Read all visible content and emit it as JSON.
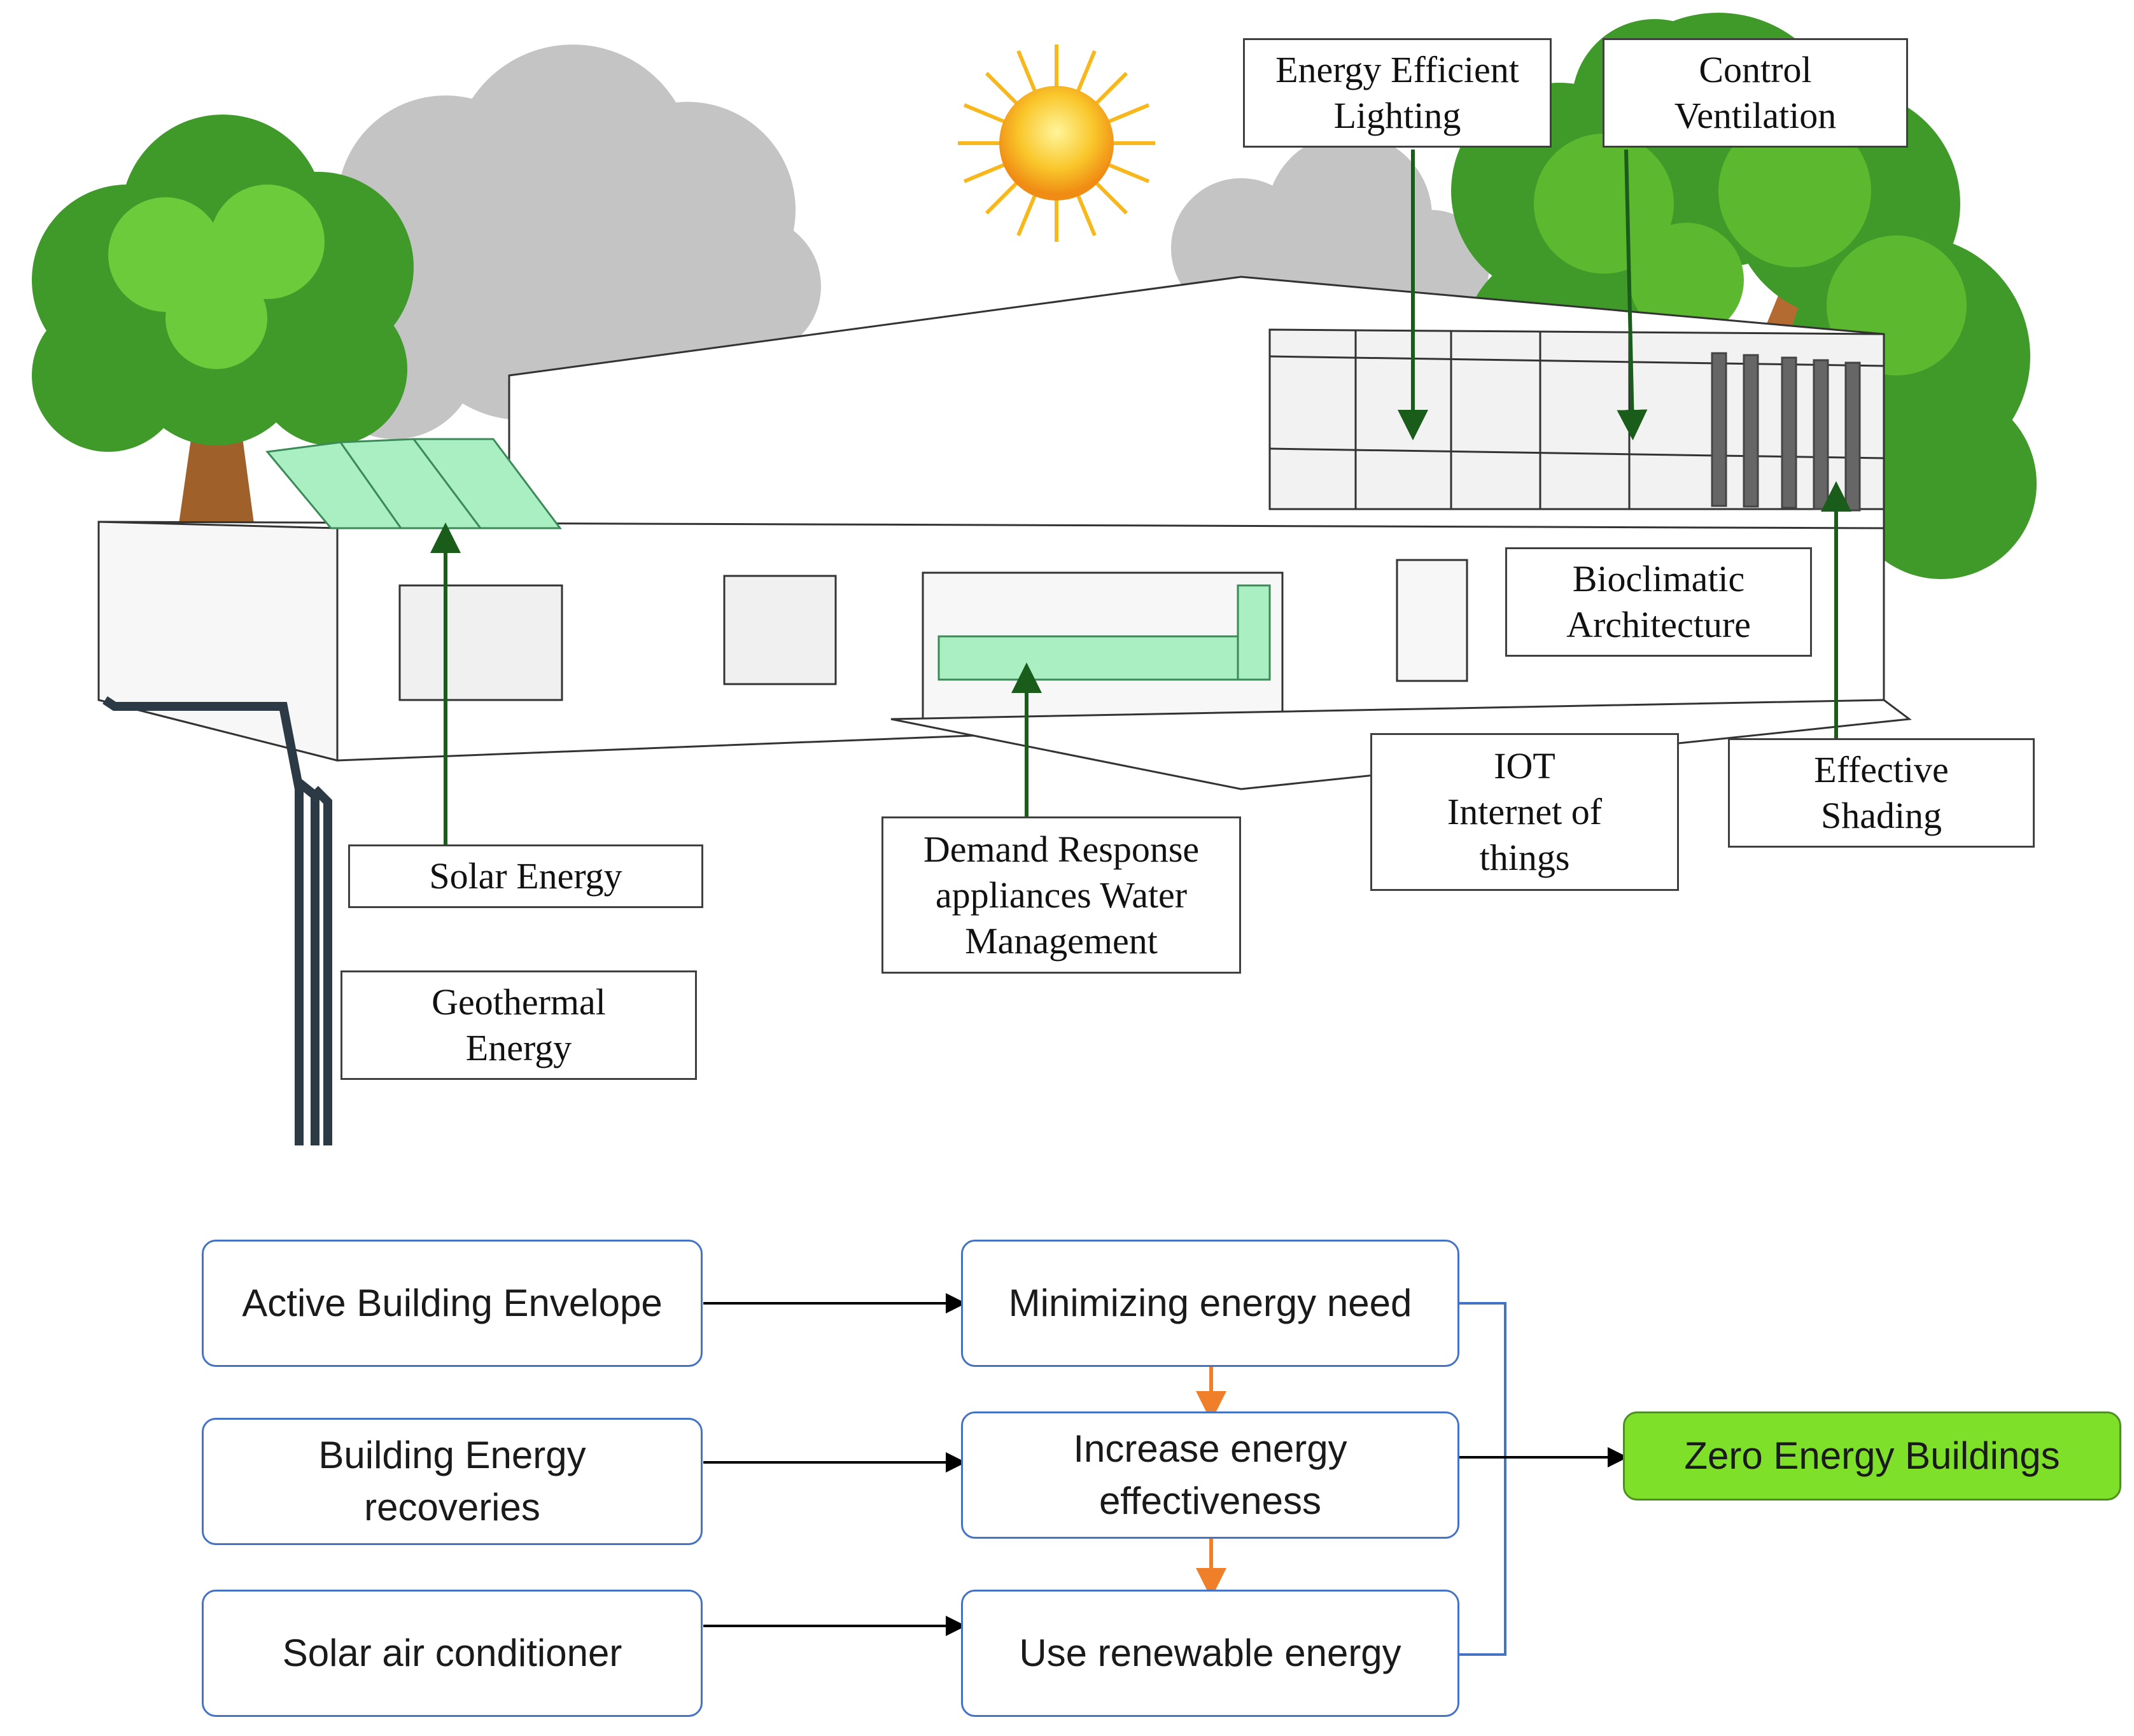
{
  "labels": {
    "energy_efficient_lighting": [
      "Energy Efficient",
      "Lighting"
    ],
    "control_ventilation": [
      "Control",
      "Ventilation"
    ],
    "bioclimatic_architecture": [
      "Bioclimatic",
      "Architecture"
    ],
    "solar_energy": [
      "Solar Energy"
    ],
    "geothermal_energy": [
      "Geothermal",
      "Energy"
    ],
    "demand_response": [
      "Demand Response",
      "appliances Water",
      "Management"
    ],
    "iot": [
      "IOT",
      "Internet of",
      "things"
    ],
    "effective_shading": [
      "Effective",
      "Shading"
    ]
  },
  "flowchart": {
    "inputs": [
      [
        "Active Building Envelope"
      ],
      [
        "Building Energy",
        "recoveries"
      ],
      [
        "Solar air conditioner"
      ]
    ],
    "steps": [
      [
        "Minimizing energy need"
      ],
      [
        "Increase energy",
        "effectiveness"
      ],
      [
        "Use renewable energy"
      ]
    ],
    "goal": [
      "Zero Energy Buildings"
    ]
  },
  "colors": {
    "callout_arrow": "#1a5c1a",
    "flow_arrow": "#000000",
    "step_arrow": "#f07f2a",
    "bracket_line": "#4472c4",
    "goal_fill": "#7fe02a",
    "box_border": "#4472c4",
    "tree_green": "#5cb82e",
    "background_tree_gray": "#c4c4c4",
    "sun_yellow": "#f7b81e",
    "glass_green": "#a9efc2"
  }
}
